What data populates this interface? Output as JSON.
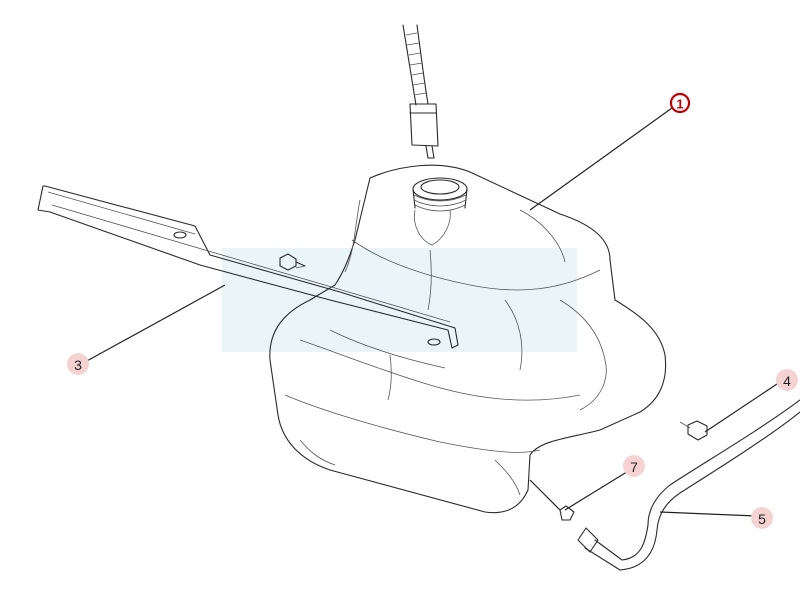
{
  "callouts": [
    {
      "label": "1",
      "highlight": true
    },
    {
      "label": "3",
      "highlight": false
    },
    {
      "label": "4",
      "highlight": false
    },
    {
      "label": "5",
      "highlight": false
    },
    {
      "label": "7",
      "highlight": false
    }
  ],
  "colors": {
    "line": "#2a2a2a",
    "callout_fill": "#f6d3d3",
    "highlight": "#c00000",
    "watermark": "#d8ecf5"
  }
}
